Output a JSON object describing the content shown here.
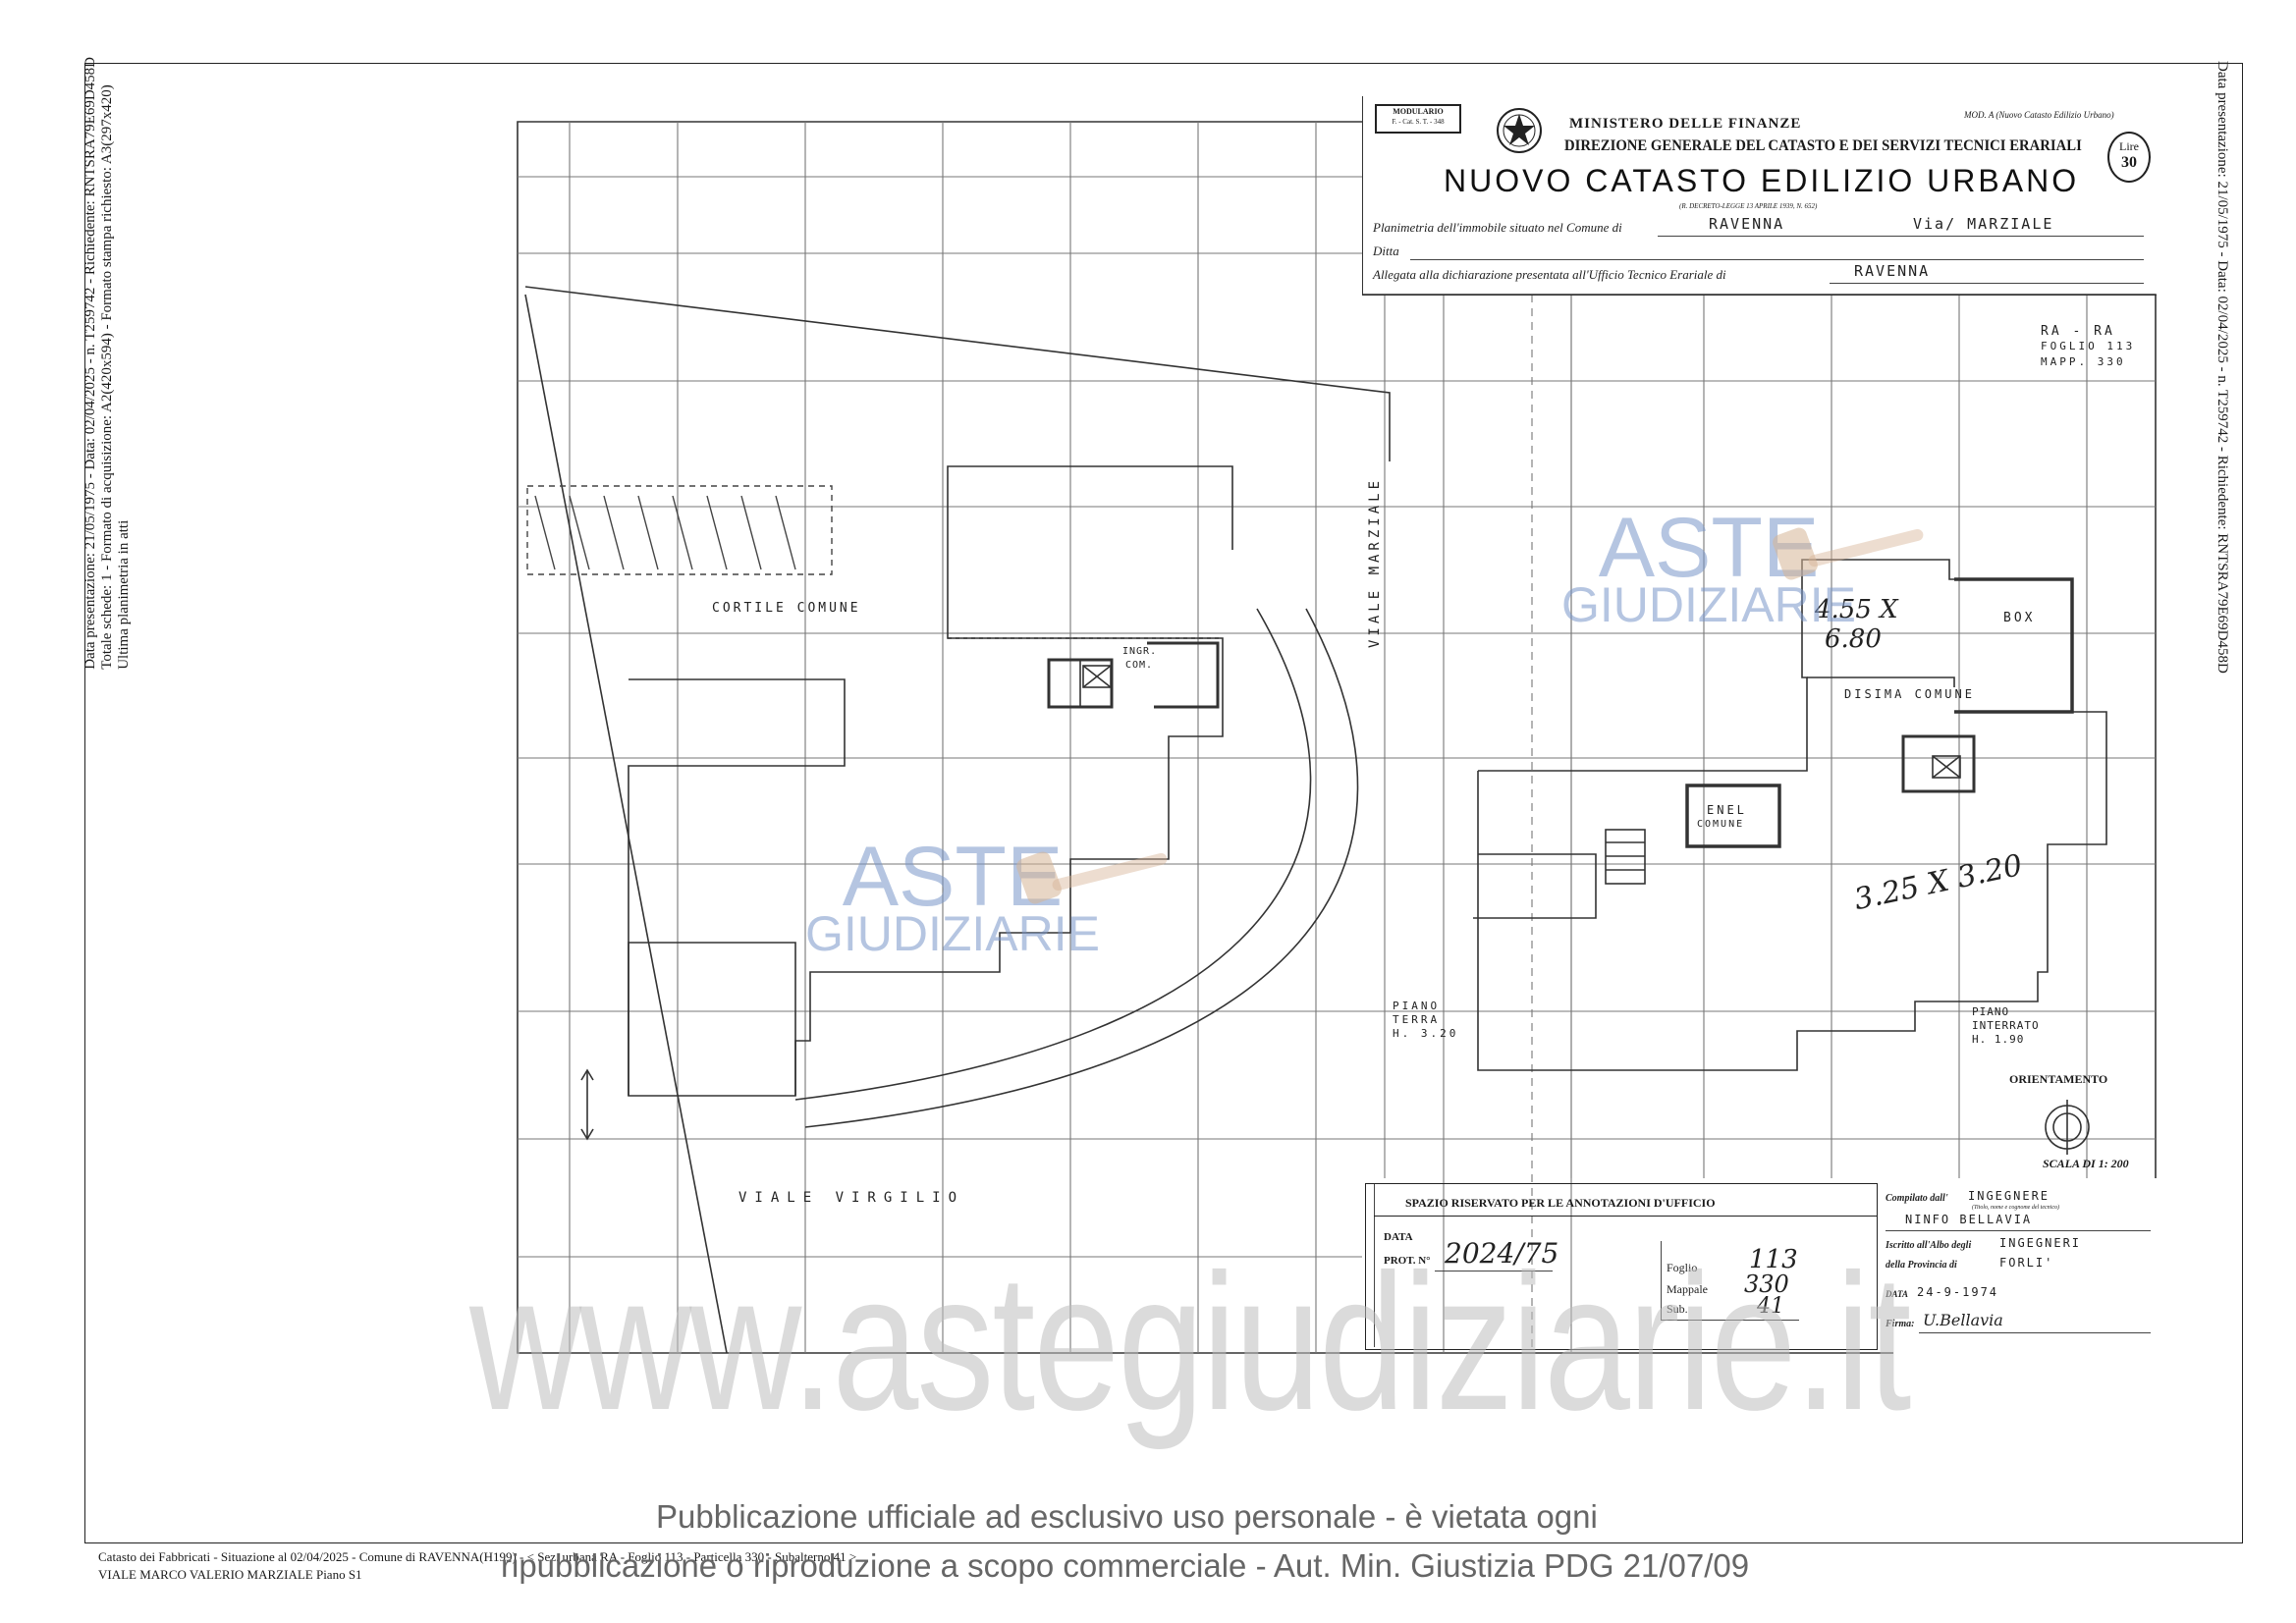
{
  "margin_left": {
    "lines": [
      "Data presentazione: 21/05/1975 - Data: 02/04/2025 - n. T259742 - Richiedente: RNTSRA79E69D458D",
      "Totale schede: 1 - Formato di acquisizione: A2(420x594) - Formato stampa richiesto: A3(297x420)",
      "Ultima planimetria in atti"
    ]
  },
  "margin_right": {
    "line": "Data presentazione: 21/05/1975 - Data: 02/04/2025 - n. T259742 - Richiedente: RNTSRA79E69D458D"
  },
  "header": {
    "modulario": "MODULARIO",
    "modulario_code": "F. - Cat. S. T. - 348",
    "ministry": "MINISTERO DELLE FINANZE",
    "direction": "DIREZIONE GENERALE DEL CATASTO E DEI SERVIZI TECNICI ERARIALI",
    "model": "MOD. A (Nuovo Catasto Edilizio Urbano)",
    "stamp_label": "Lire",
    "stamp_value": "30",
    "title": "NUOVO CATASTO EDILIZIO URBANO",
    "decree": "(R. DECRETO-LEGGE 13 APRILE 1939, N. 652)",
    "planimetria_label": "Planimetria dell'immobile situato nel Comune di",
    "comune_value": "RAVENNA",
    "via_value": "Via/ MARZIALE",
    "ditta_label": "Ditta",
    "allegata_label": "Allegata alla dichiarazione presentata all'Ufficio Tecnico Erariale di",
    "ufficio_value": "RAVENNA"
  },
  "plan": {
    "ref_lines": [
      "RA - RA",
      "FOGLIO 113",
      "MAPP. 330"
    ],
    "cortile": "CORTILE COMUNE",
    "ingr_1": "INGR.",
    "ingr_2": "COM.",
    "viale_marziale": "VIALE MARZIALE",
    "viale_virgilio": "VIALE VIRGILIO",
    "box": "BOX",
    "disimpegno": "DISIMA COMUNE",
    "enel_1": "ENEL",
    "enel_2": "COMUNE",
    "dim_box_1": "4.55 X",
    "dim_box_2": "6.80",
    "dim_room": "3.25 X 3.20",
    "piano_terra": [
      "PIANO",
      "TERRA",
      "H. 3.20"
    ],
    "piano_interrato": [
      "PIANO",
      "INTERRATO",
      "H. 1.90"
    ],
    "orientamento": "ORIENTAMENTO",
    "scala": "SCALA DI 1: 200"
  },
  "office": {
    "title": "SPAZIO RISERVATO PER LE ANNOTAZIONI D'UFFICIO",
    "data_label": "DATA",
    "prot_label": "PROT. N°",
    "prot_value": "2024/75",
    "foglio_label": "Foglio",
    "foglio_value": "113",
    "mappale_label": "Mappale",
    "mappale_value": "330",
    "sub_label": "Sub.",
    "sub_value": "41"
  },
  "compiler": {
    "compilato_label": "Compilato dall'",
    "qualifica": "INGEGNERE",
    "note": "(Titolo, nome e cognome del tecnico)",
    "nome": "NINFO BELLAVIA",
    "iscritto_label": "Iscritto all'Albo degli",
    "albo": "INGEGNERI",
    "provincia_label": "della Provincia di",
    "provincia": "FORLI'",
    "data_label": "DATA",
    "data_value": "24-9-1974",
    "firma_label": "Firma:",
    "firma_value": "U.Bellavia"
  },
  "watermarks": {
    "logo_top": "ASTE",
    "logo_bottom": "GIUDIZIARIE",
    "url": "www.astegiudiziarie.it"
  },
  "footer": {
    "line1": "Catasto dei Fabbricati - Situazione al 02/04/2025 - Comune di RAVENNA(H199) - < Sez. urbana RA - Foglio 113 - Particella 330 - Subalterno 41 >",
    "line2": "VIALE MARCO VALERIO MARZIALE Piano S1",
    "notice1": "Pubblicazione ufficiale ad esclusivo uso personale - è vietata ogni",
    "notice2": "ripubblicazione o riproduzione a scopo commerciale - Aut. Min. Giustizia PDG 21/07/09"
  }
}
